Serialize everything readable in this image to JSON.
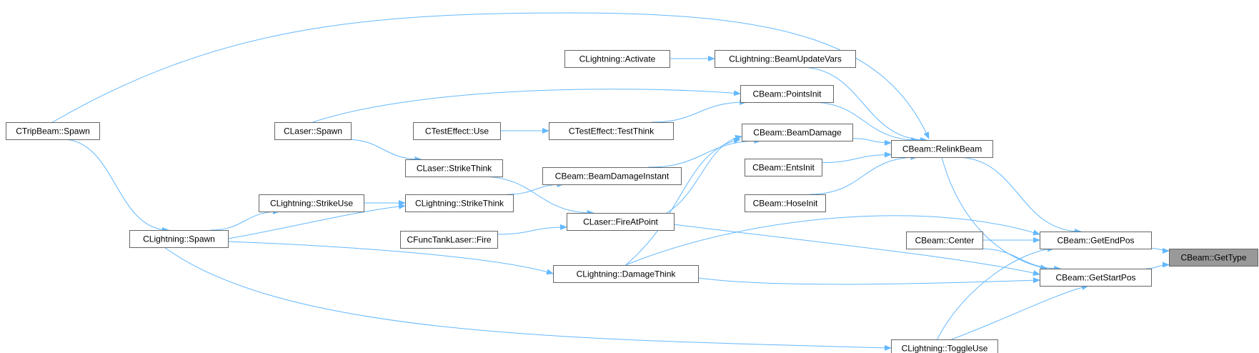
{
  "colors": {
    "edge": "#63b8ff",
    "node_border": "#666666",
    "node_fill": "#ffffff",
    "focus_fill": "#999999"
  },
  "nodes": [
    {
      "id": "gettype",
      "label": "CBeam::GetType",
      "focus": true
    },
    {
      "id": "getendpos",
      "label": "CBeam::GetEndPos"
    },
    {
      "id": "getstartpos",
      "label": "CBeam::GetStartPos"
    },
    {
      "id": "relinkbeam",
      "label": "CBeam::RelinkBeam"
    },
    {
      "id": "center",
      "label": "CBeam::Center"
    },
    {
      "id": "laser_fireatpoint",
      "label": "CLaser::FireAtPoint"
    },
    {
      "id": "lightning_damagethink",
      "label": "CLightning::DamageThink"
    },
    {
      "id": "lightning_toggleuse",
      "label": "CLightning::ToggleUse"
    },
    {
      "id": "beamupdatevars",
      "label": "CLightning::BeamUpdateVars"
    },
    {
      "id": "pointsinit",
      "label": "CBeam::PointsInit"
    },
    {
      "id": "beamdamage",
      "label": "CBeam::BeamDamage"
    },
    {
      "id": "entsinit",
      "label": "CBeam::EntsInit"
    },
    {
      "id": "hoseinit",
      "label": "CBeam::HoseInit"
    },
    {
      "id": "lightning_activate",
      "label": "CLightning::Activate"
    },
    {
      "id": "testthink",
      "label": "CTestEffect::TestThink"
    },
    {
      "id": "testuse",
      "label": "CTestEffect::Use"
    },
    {
      "id": "laser_spawn",
      "label": "CLaser::Spawn"
    },
    {
      "id": "laser_strikethink",
      "label": "CLaser::StrikeThink"
    },
    {
      "id": "beamdamageinstant",
      "label": "CBeam::BeamDamageInstant"
    },
    {
      "id": "lightning_strikethink",
      "label": "CLightning::StrikeThink"
    },
    {
      "id": "lightning_strikeuse",
      "label": "CLightning::StrikeUse"
    },
    {
      "id": "functanklaser_fire",
      "label": "CFuncTankLaser::Fire"
    },
    {
      "id": "lightning_spawn",
      "label": "CLightning::Spawn"
    },
    {
      "id": "tripbeam_spawn",
      "label": "CTripBeam::Spawn"
    }
  ],
  "edges": [
    {
      "from": "getendpos",
      "to": "gettype"
    },
    {
      "from": "getstartpos",
      "to": "gettype"
    },
    {
      "from": "relinkbeam",
      "to": "getendpos"
    },
    {
      "from": "relinkbeam",
      "to": "getstartpos"
    },
    {
      "from": "center",
      "to": "getendpos"
    },
    {
      "from": "center",
      "to": "getstartpos"
    },
    {
      "from": "laser_fireatpoint",
      "to": "getstartpos"
    },
    {
      "from": "lightning_damagethink",
      "to": "getendpos"
    },
    {
      "from": "lightning_damagethink",
      "to": "getstartpos"
    },
    {
      "from": "lightning_toggleuse",
      "to": "getendpos"
    },
    {
      "from": "lightning_toggleuse",
      "to": "getstartpos"
    },
    {
      "from": "beamupdatevars",
      "to": "relinkbeam"
    },
    {
      "from": "pointsinit",
      "to": "relinkbeam"
    },
    {
      "from": "beamdamage",
      "to": "relinkbeam"
    },
    {
      "from": "entsinit",
      "to": "relinkbeam"
    },
    {
      "from": "hoseinit",
      "to": "relinkbeam"
    },
    {
      "from": "tripbeam_spawn",
      "to": "relinkbeam"
    },
    {
      "from": "lightning_activate",
      "to": "beamupdatevars"
    },
    {
      "from": "laser_spawn",
      "to": "pointsinit"
    },
    {
      "from": "testthink",
      "to": "pointsinit"
    },
    {
      "from": "testuse",
      "to": "testthink"
    },
    {
      "from": "beamdamageinstant",
      "to": "beamdamage"
    },
    {
      "from": "laser_fireatpoint",
      "to": "beamdamage"
    },
    {
      "from": "lightning_damagethink",
      "to": "beamdamage"
    },
    {
      "from": "lightning_strikethink",
      "to": "beamdamageinstant"
    },
    {
      "from": "laser_spawn",
      "to": "laser_strikethink"
    },
    {
      "from": "laser_strikethink",
      "to": "laser_fireatpoint"
    },
    {
      "from": "functanklaser_fire",
      "to": "laser_fireatpoint"
    },
    {
      "from": "lightning_strikeuse",
      "to": "lightning_strikethink"
    },
    {
      "from": "lightning_spawn",
      "to": "lightning_strikeuse"
    },
    {
      "from": "lightning_spawn",
      "to": "lightning_strikethink"
    },
    {
      "from": "lightning_spawn",
      "to": "lightning_damagethink"
    },
    {
      "from": "lightning_spawn",
      "to": "lightning_toggleuse"
    },
    {
      "from": "tripbeam_spawn",
      "to": "lightning_spawn"
    }
  ]
}
